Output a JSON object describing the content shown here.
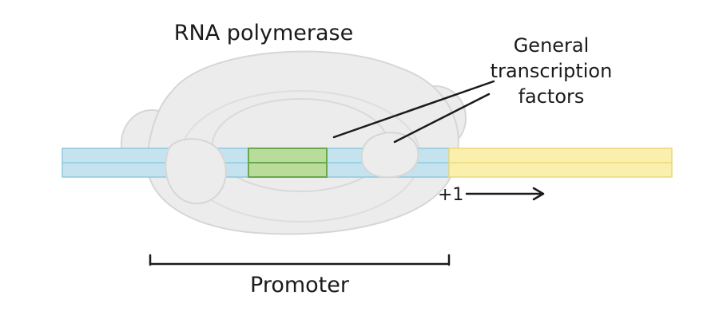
{
  "diagram": {
    "labels": {
      "rna_polymerase": "RNA polymerase",
      "gtf_line1": "General",
      "gtf_line2": "transcription",
      "gtf_line3": "factors",
      "plus_one": "+1",
      "promoter": "Promoter"
    },
    "colors": {
      "dna_promoter": "#c5e3ee",
      "dna_promoter_stroke": "#8fc9df",
      "dna_gene": "#fbefae",
      "dna_gene_stroke": "#e9d97a",
      "tata_box": "#b9dc9a",
      "tata_box_stroke": "#6aa84f",
      "polymerase_fill": "#ececec",
      "polymerase_stroke": "#d6d6d6",
      "ink": "#1a1a1a"
    }
  }
}
